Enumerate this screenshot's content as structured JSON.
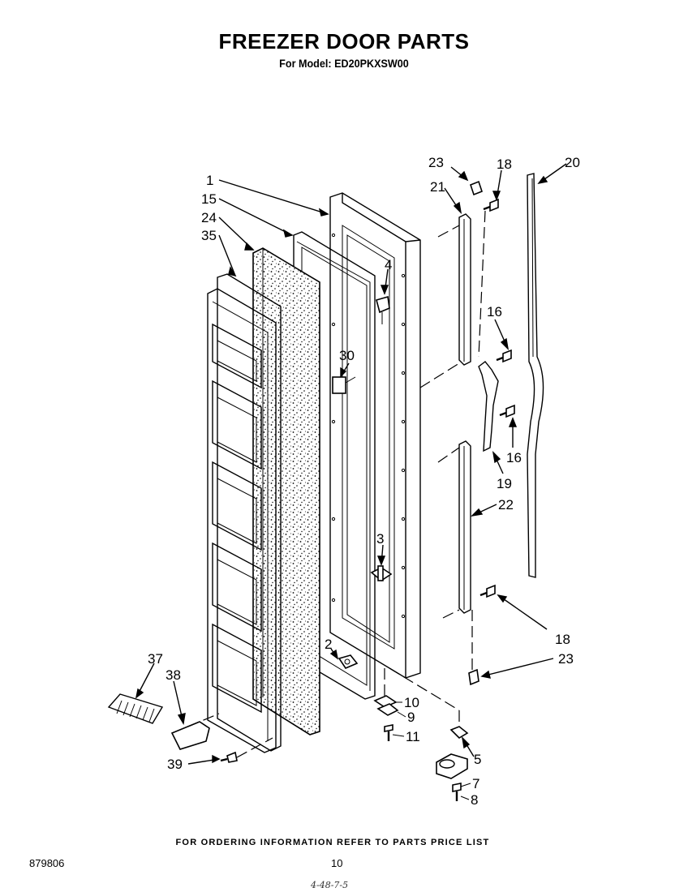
{
  "header": {
    "title": "FREEZER DOOR PARTS",
    "subtitle": "For Model: ED20PKXSW00"
  },
  "footer": {
    "note": "FOR ORDERING INFORMATION REFER TO PARTS PRICE LIST",
    "doc_number": "879806",
    "page_number": "10",
    "handwritten": "4-48-7-5"
  },
  "callouts": [
    {
      "id": "c1",
      "text": "1"
    },
    {
      "id": "c15",
      "text": "15"
    },
    {
      "id": "c24",
      "text": "24"
    },
    {
      "id": "c35",
      "text": "35"
    },
    {
      "id": "c4",
      "text": "4"
    },
    {
      "id": "c30",
      "text": "30"
    },
    {
      "id": "c23a",
      "text": "23"
    },
    {
      "id": "c18a",
      "text": "18"
    },
    {
      "id": "c21",
      "text": "21"
    },
    {
      "id": "c20",
      "text": "20"
    },
    {
      "id": "c16a",
      "text": "16"
    },
    {
      "id": "c16b",
      "text": "16"
    },
    {
      "id": "c19",
      "text": "19"
    },
    {
      "id": "c22",
      "text": "22"
    },
    {
      "id": "c3",
      "text": "3"
    },
    {
      "id": "c18b",
      "text": "18"
    },
    {
      "id": "c23b",
      "text": "23"
    },
    {
      "id": "c2",
      "text": "2"
    },
    {
      "id": "c10",
      "text": "10"
    },
    {
      "id": "c9",
      "text": "9"
    },
    {
      "id": "c11",
      "text": "11"
    },
    {
      "id": "c5",
      "text": "5"
    },
    {
      "id": "c7",
      "text": "7"
    },
    {
      "id": "c8",
      "text": "8"
    },
    {
      "id": "c37",
      "text": "37"
    },
    {
      "id": "c38",
      "text": "38"
    },
    {
      "id": "c39",
      "text": "39"
    }
  ]
}
